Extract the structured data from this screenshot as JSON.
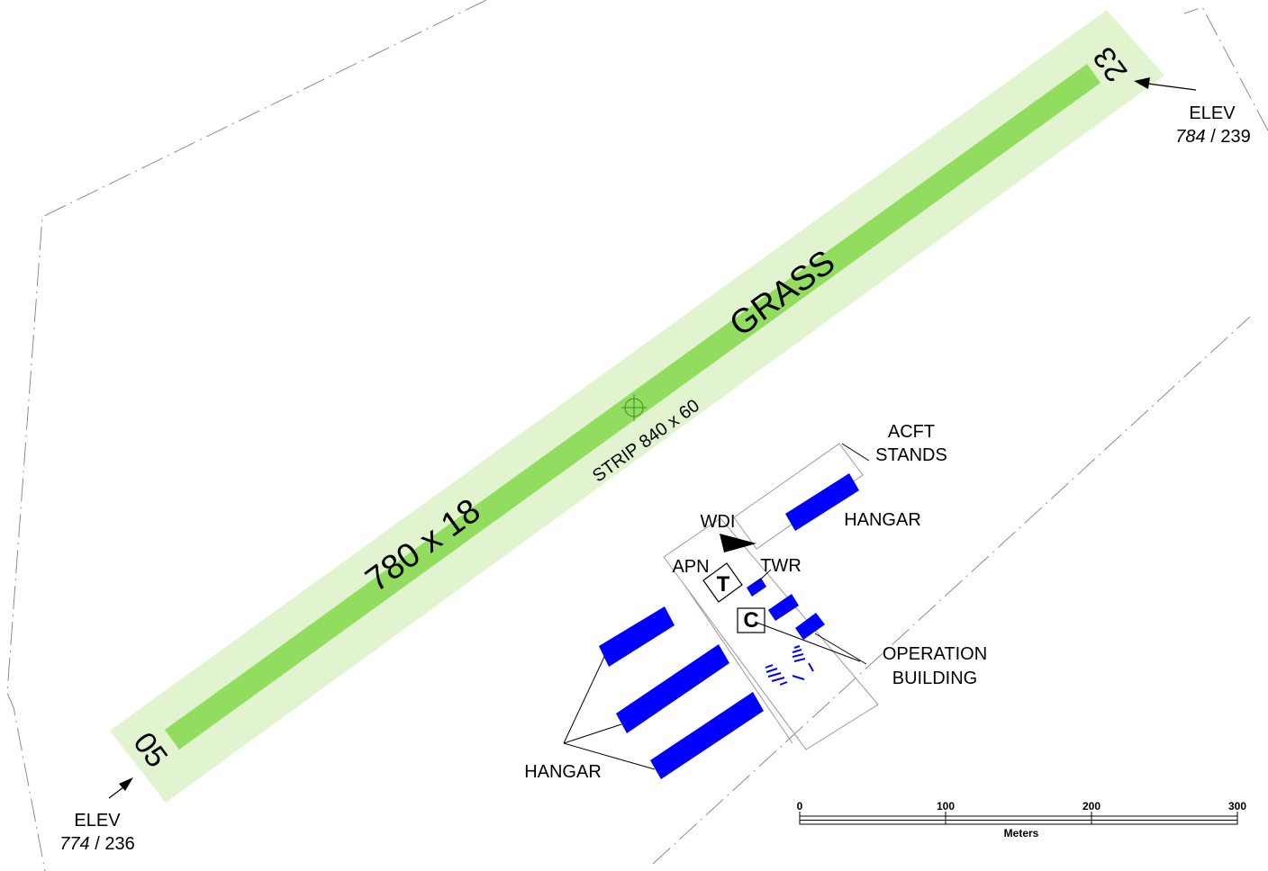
{
  "runway": {
    "dimensions": "780 x 18",
    "surface": "GRASS",
    "strip": "STRIP  840 x 60",
    "threshold_sw": "05",
    "threshold_ne": "23"
  },
  "elevations": {
    "sw": {
      "label": "ELEV",
      "ft": "774",
      "sep": " / ",
      "m": "236"
    },
    "ne": {
      "label": "ELEV",
      "ft": "784",
      "sep": " / ",
      "m": "239"
    }
  },
  "labels": {
    "acft_stands_1": "ACFT",
    "acft_stands_2": "STANDS",
    "hangar_ne": "HANGAR",
    "hangar_sw": "HANGAR",
    "wdi": "WDI",
    "apn": "APN",
    "twr": "TWR",
    "t_symbol": "T",
    "c_symbol": "C",
    "operation_1": "OPERATION",
    "operation_2": "BUILDING"
  },
  "scale_bar": {
    "ticks": [
      "0",
      "100",
      "200",
      "300"
    ],
    "unit": "Meters"
  },
  "colors": {
    "strip": "#e2f4cf",
    "runway": "#92dc5f",
    "building": "#0000ff",
    "boundary": "#8c8c8c"
  }
}
